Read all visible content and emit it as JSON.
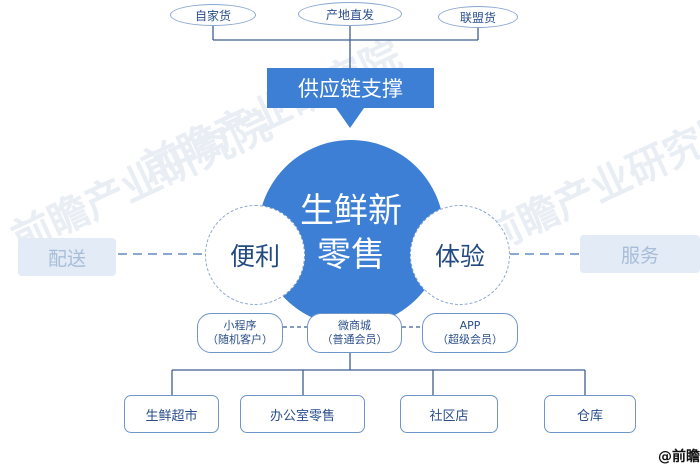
{
  "top_sources": [
    "自家货",
    "产地直发",
    "联盟货"
  ],
  "supply_label": "供应链支撑",
  "core_title": [
    "生鲜新",
    "零售"
  ],
  "left_circle": "便利",
  "right_circle": "体验",
  "side_left": "配送",
  "side_right": "服务",
  "channels": [
    {
      "line1": "小程序",
      "line2": "（随机客户）"
    },
    {
      "line1": "微商城",
      "line2": "（普通会员）"
    },
    {
      "line1": "APP",
      "line2": "（超级会员）"
    }
  ],
  "outlets": [
    "生鲜超市",
    "办公室零售",
    "社区店",
    "仓库"
  ],
  "watermark_text": "前瞻产业研究院",
  "footer_text": "@前瞻",
  "colors": {
    "accent": "#3c7fd4",
    "line": "#3f5f8f",
    "dash": "#7a9cc9",
    "side_bg": "#e2ebf6"
  }
}
